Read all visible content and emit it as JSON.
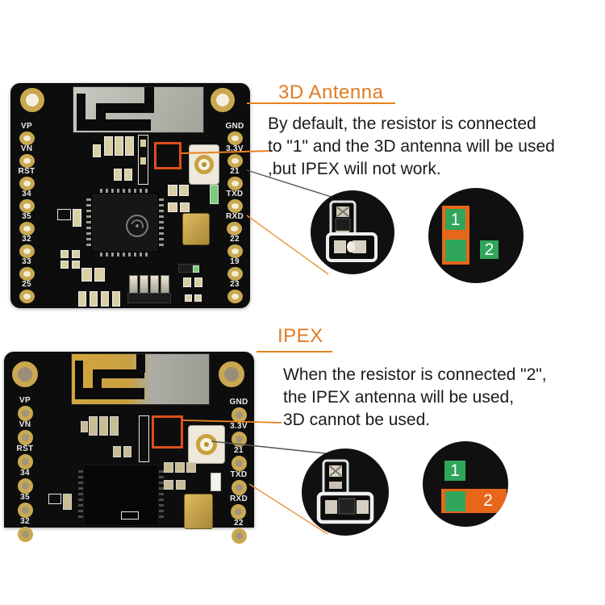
{
  "colors": {
    "accent_orange": "#E8821E",
    "highlight_box_orange": "#DD4F1A",
    "leader_line_gray": "#555555",
    "diagram_orange": "#E8661A",
    "diagram_green": "#2FA65A",
    "board_black": "#0D0D0D"
  },
  "top_section": {
    "heading": "3D Antenna",
    "description_lines": [
      "By default, the resistor is connected",
      "to \"1\" and the 3D antenna will be used",
      ",but IPEX will not work."
    ]
  },
  "bottom_section": {
    "heading": "IPEX",
    "description_lines": [
      "When the resistor is connected \"2\",",
      "the IPEX antenna will be used,",
      "3D cannot be used."
    ]
  },
  "top_board": {
    "left_pins": [
      "VP",
      "VN",
      "RST",
      "34",
      "35",
      "32",
      "33",
      "25"
    ],
    "right_pins": [
      "GND",
      "3.3V",
      "21",
      "TXD",
      "RXD",
      "22",
      "19",
      "23"
    ]
  },
  "bottom_board": {
    "left_pins": [
      "VP",
      "VN",
      "RST",
      "34",
      "35",
      "32"
    ],
    "right_pins": [
      "GND",
      "3.3V",
      "21",
      "TXD",
      "RXD",
      "22"
    ]
  },
  "pad_diagram": {
    "pad1_label": "1",
    "pad2_label": "2"
  }
}
